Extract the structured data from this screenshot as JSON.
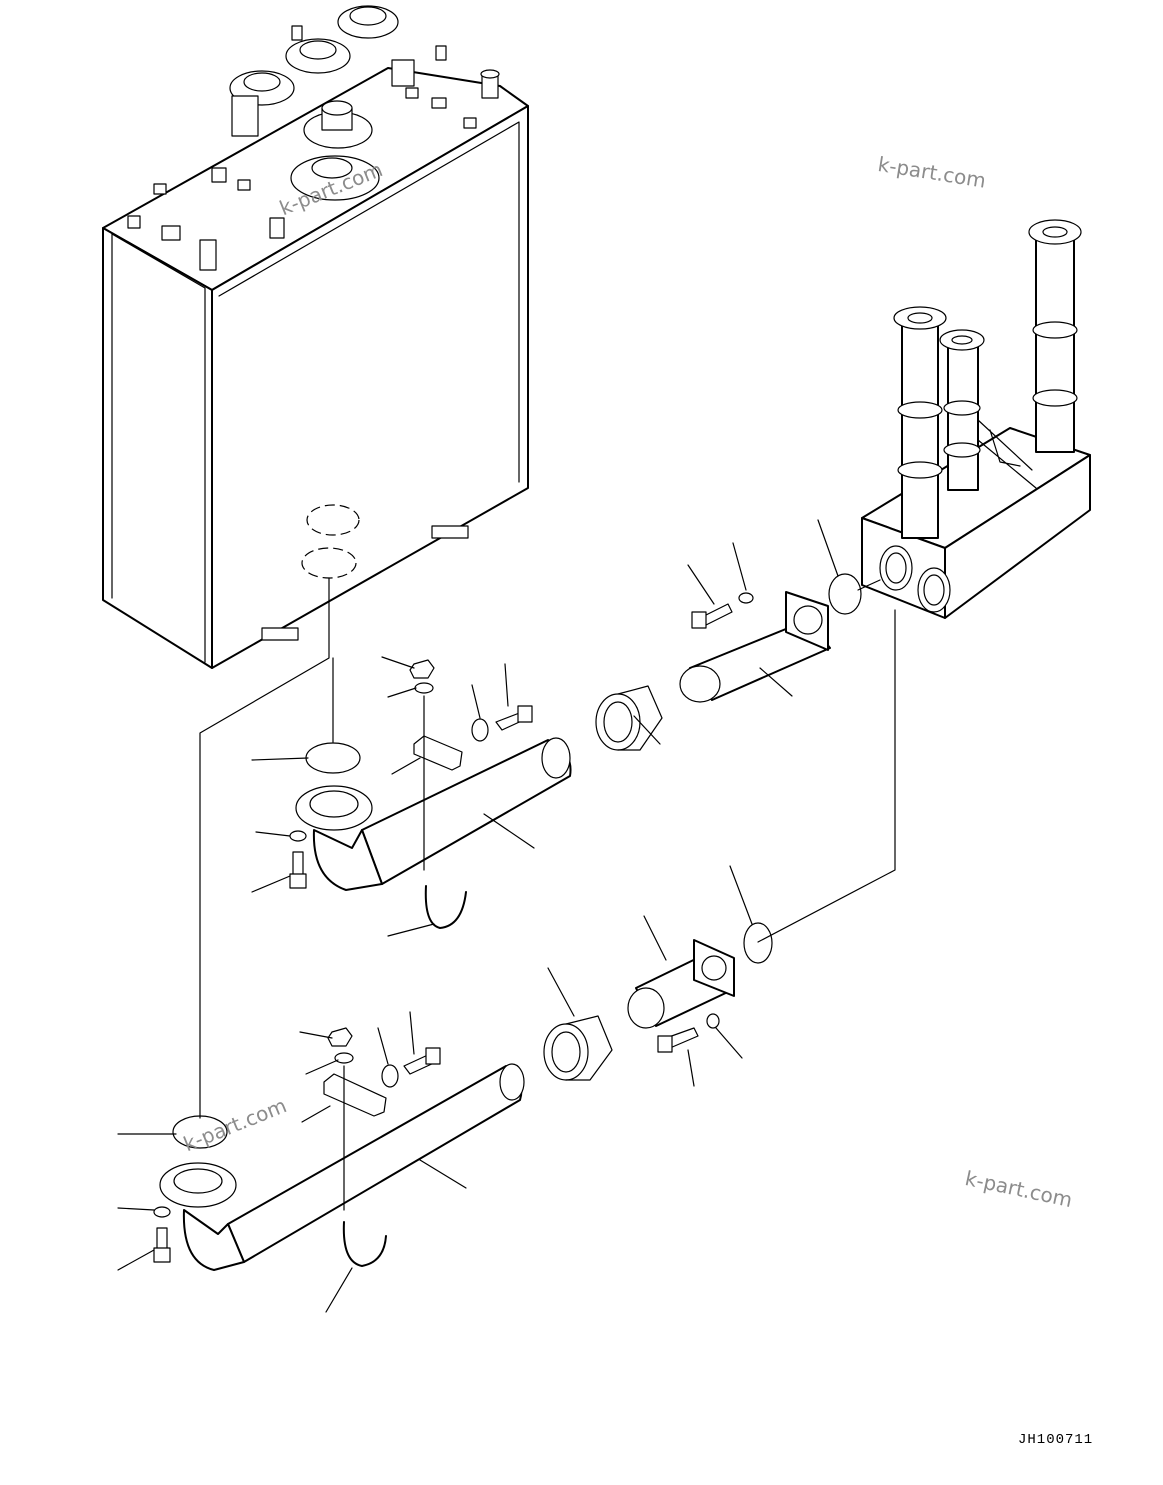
{
  "watermarks": [
    "k-part.com",
    "k-part.com",
    "k-part.com",
    "k-part.com"
  ],
  "drawing_code": "JH100711"
}
